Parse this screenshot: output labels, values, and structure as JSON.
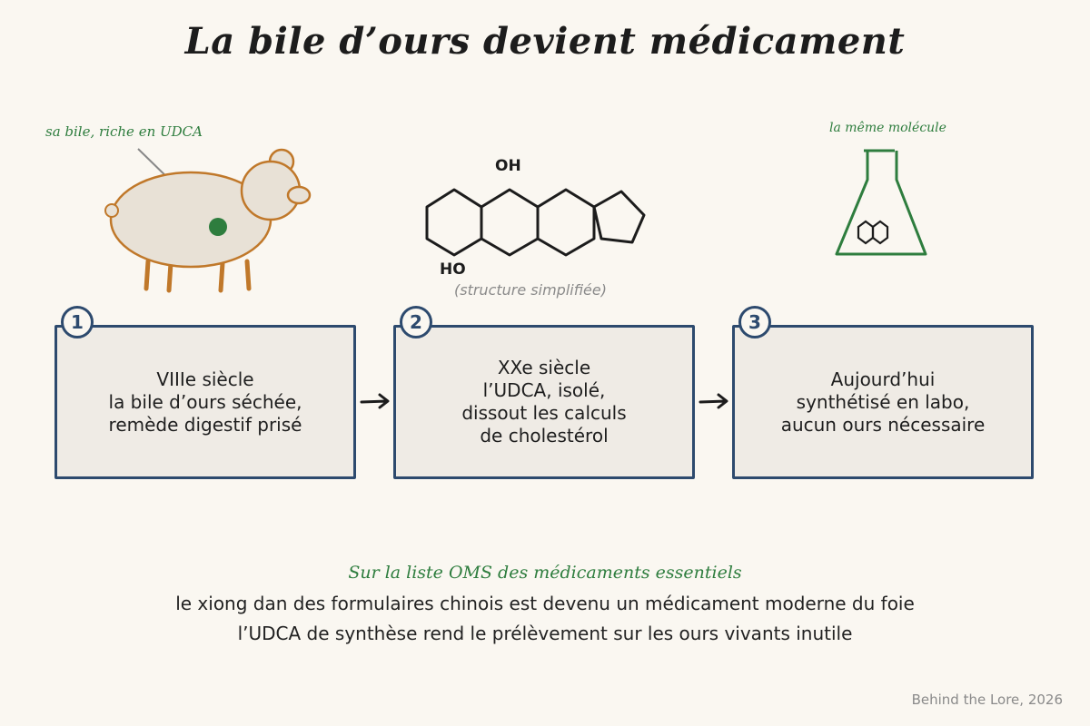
{
  "title": "La bile d’ours devient médicament",
  "bear_note": "sa bile, riche en UDCA",
  "flask_note": "la même molécule",
  "molecule": {
    "oh_top": "OH",
    "ho_bottom": "HO",
    "note": "(structure simplifiée)"
  },
  "steps": [
    {
      "number": "1",
      "lines": [
        "VIIIe siècle",
        "la bile d’ours séchée,",
        "remède digestif prisé"
      ]
    },
    {
      "number": "2",
      "lines": [
        "XXe siècle",
        "l’UDCA, isolé,",
        "dissout les calculs",
        "de cholestérol"
      ]
    },
    {
      "number": "3",
      "lines": [
        "Aujourd’hui",
        "synthétisé en labo,",
        "aucun ours nécessaire"
      ]
    }
  ],
  "footer": {
    "title": "Sur la liste OMS des médicaments essentiels",
    "line1": "le xiong dan des formulaires chinois est devenu un médicament moderne du foie",
    "line2": "l’UDCA de synthèse rend le prélèvement sur les ours vivants inutile"
  },
  "credit": "Behind the Lore, 2026",
  "colors": {
    "accent_blue": "#2d4a6e",
    "green": "#2e7d3e",
    "bear_outline": "#c0782a",
    "bear_fill": "#e8e1d6",
    "background": "#faf7f1"
  }
}
